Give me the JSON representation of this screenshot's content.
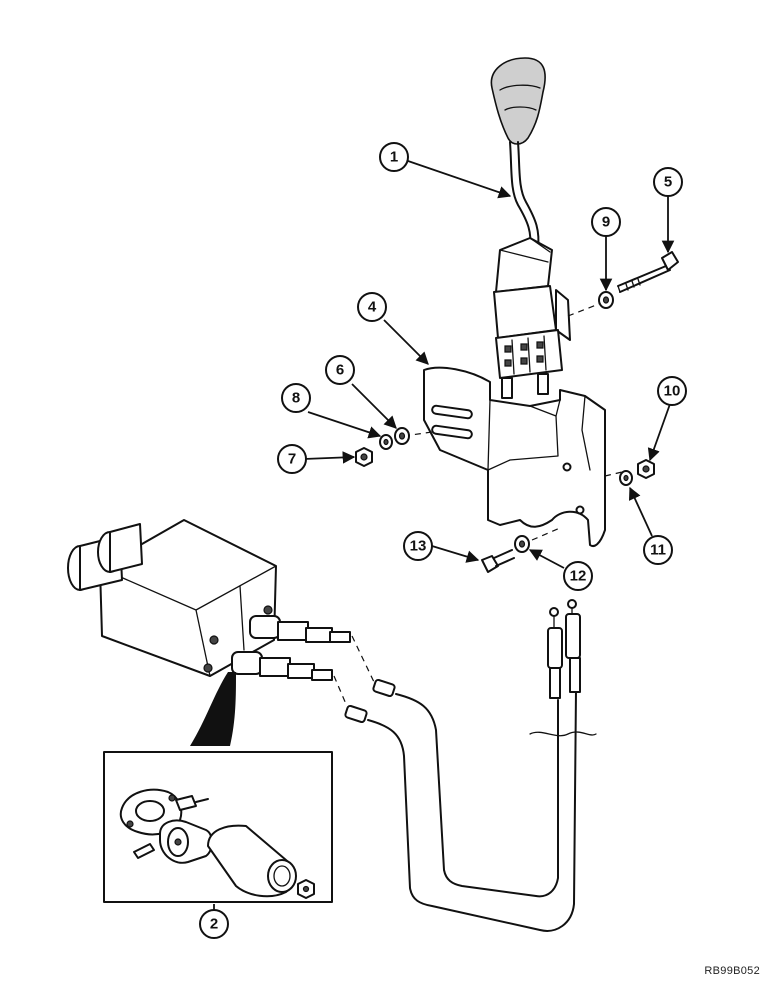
{
  "callouts": {
    "c1": "1",
    "c2": "2",
    "c4": "4",
    "c5": "5",
    "c6": "6",
    "c7": "7",
    "c8": "8",
    "c9": "9",
    "c10": "10",
    "c11": "11",
    "c12": "12",
    "c13": "13"
  },
  "drawing_code": "RB99B052"
}
